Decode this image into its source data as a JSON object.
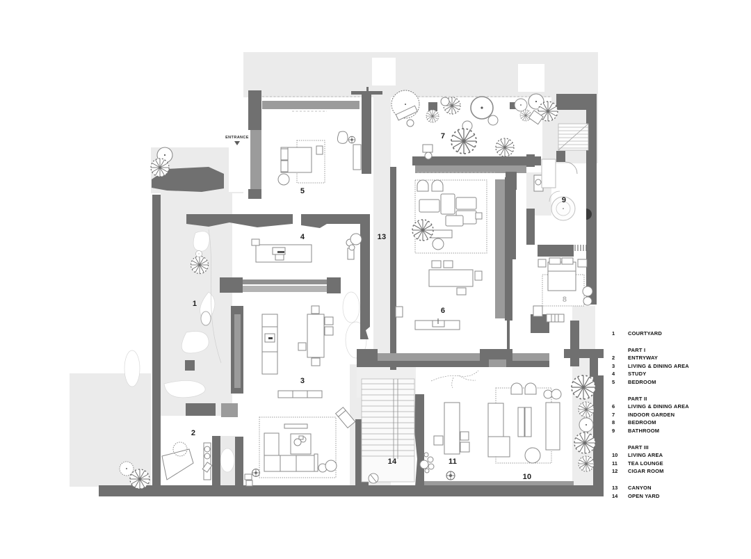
{
  "colors": {
    "wall_dark": "#707070",
    "wall_mid": "#9b9b9b",
    "area_light": "#ebebeb",
    "label_black": "#1c1c1c",
    "label_faint": "#b5b5b5"
  },
  "plan": {
    "entrance_label": "ENTRANCE",
    "room_numbers": {
      "n1": "1",
      "n2": "2",
      "n3": "3",
      "n4": "4",
      "n5": "5",
      "n6": "6",
      "n7": "7",
      "n8": "8",
      "n9": "9",
      "n10": "10",
      "n11": "11",
      "n13": "13",
      "n14": "14"
    }
  },
  "legend": {
    "rows": [
      {
        "num": "1",
        "label": "COURTYARD"
      },
      {
        "num": "",
        "label": "PART I"
      },
      {
        "num": "2",
        "label": "ENTRYWAY"
      },
      {
        "num": "3",
        "label": "LIVING & DINING AREA"
      },
      {
        "num": "4",
        "label": "STUDY"
      },
      {
        "num": "5",
        "label": "BEDROOM"
      },
      {
        "num": "",
        "label": "PART II"
      },
      {
        "num": "6",
        "label": "LIVING & DINING AREA"
      },
      {
        "num": "7",
        "label": "INDOOR GARDEN"
      },
      {
        "num": "8",
        "label": "BEDROOM"
      },
      {
        "num": "9",
        "label": "BATHROOM"
      },
      {
        "num": "",
        "label": "PART III"
      },
      {
        "num": "10",
        "label": "LIVING AREA"
      },
      {
        "num": "11",
        "label": "TEA LOUNGE"
      },
      {
        "num": "12",
        "label": "CIGAR ROOM"
      },
      {
        "num": "13",
        "label": "CANYON"
      },
      {
        "num": "14",
        "label": "OPEN YARD"
      }
    ]
  }
}
